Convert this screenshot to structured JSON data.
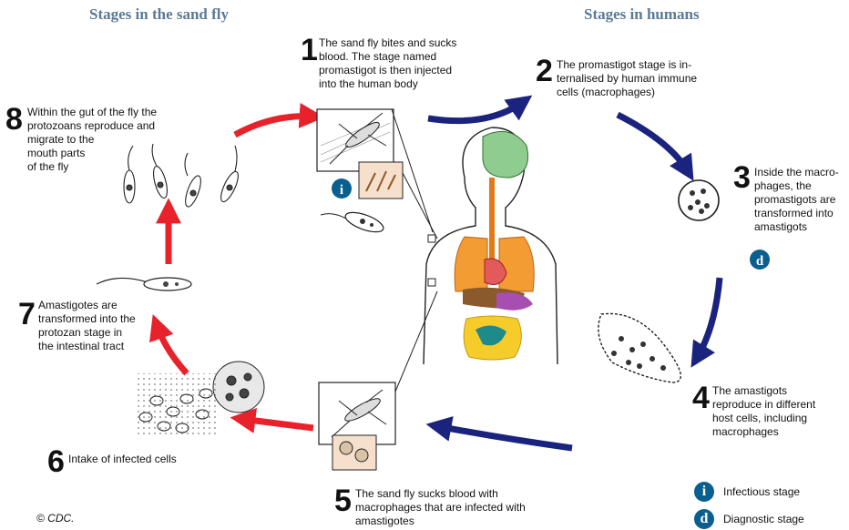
{
  "headers": {
    "left": "Stages in the sand fly",
    "right": "Stages in humans"
  },
  "steps": [
    {
      "num": "1",
      "text": "The sand fly bites and sucks\nblood. The stage named\npromastigot is then injected\ninto the human body"
    },
    {
      "num": "2",
      "text": "The promastigot stage is in-\nternalised by human immune\ncells (macrophages)"
    },
    {
      "num": "3",
      "text": "Inside the macro-\nphages, the\npromastigots are\ntransformed into\namastigots"
    },
    {
      "num": "4",
      "text": "The amastigots\nreproduce in different\nhost cells, including\nmacrophages"
    },
    {
      "num": "5",
      "text": "The sand fly sucks blood with\nmacrophages that are infected with\namastigotes"
    },
    {
      "num": "6",
      "text": "Intake of infected cells"
    },
    {
      "num": "7",
      "text": "Amastigotes are\ntransformed into the\nprotozan stage in\nthe intestinal tract"
    },
    {
      "num": "8",
      "text": "Within the gut of the fly the\nprotozoans reproduce and\nmigrate to the\nmouth parts\nof the fly"
    }
  ],
  "badges": {
    "infectious_letter": "i",
    "diagnostic_letter": "d"
  },
  "legend": {
    "infectious": "Infectious stage",
    "diagnostic": "Diagnostic stage"
  },
  "credit": "© CDC.",
  "colors": {
    "header": "#5b7a95",
    "fly_arrow": "#e8222a",
    "human_arrow": "#1a237e",
    "badge": "#0b5f8f",
    "panel": "#f6e0cc"
  },
  "icons": [
    "sand-fly-icon",
    "promastigote-icon",
    "macrophage-icon",
    "human-body-icon",
    "infected-cells-icon"
  ]
}
